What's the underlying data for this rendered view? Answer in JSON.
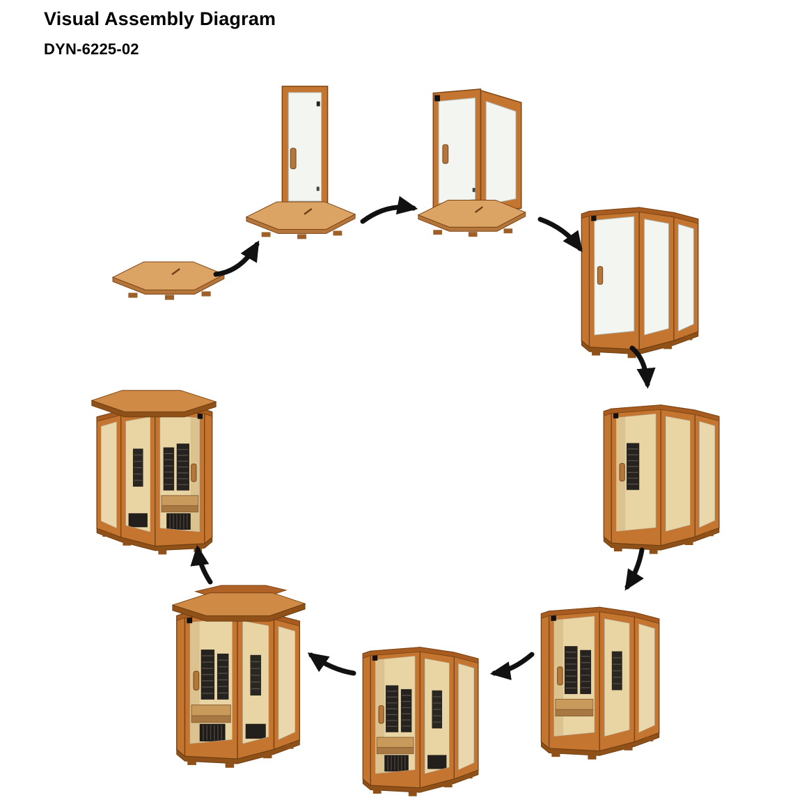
{
  "header": {
    "title": "Visual Assembly Diagram",
    "model": "DYN-6225-02"
  },
  "diagram": {
    "steps": [
      {
        "name": "floor-base-panel"
      },
      {
        "name": "door-wall-on-base"
      },
      {
        "name": "door-and-side-wall"
      },
      {
        "name": "wall-shell"
      },
      {
        "name": "back-panels-installed"
      },
      {
        "name": "heater-panels-installed"
      },
      {
        "name": "bench-and-floor-heater"
      },
      {
        "name": "roof-installed"
      },
      {
        "name": "assembled-sauna"
      }
    ],
    "colors": {
      "wood": "#c4752f",
      "wood_dark": "#8f5118",
      "wood_light": "#dba464",
      "glass": "#f3f5f1",
      "interior": "#e9d4a4",
      "heater": "#262220",
      "arrow": "#111111"
    }
  }
}
